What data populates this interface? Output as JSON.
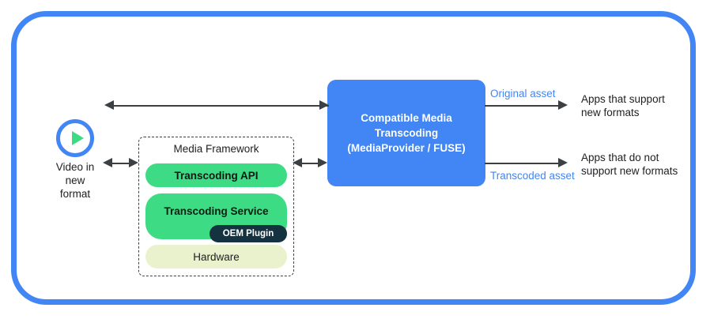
{
  "diagram": {
    "type": "flow-diagram",
    "frame": {
      "border_color": "#4285f4"
    },
    "source": {
      "icon": "play-circle-icon",
      "label": "Video in\nnew\nformat"
    },
    "media_framework": {
      "title": "Media Framework",
      "layers": [
        {
          "label": "Transcoding API",
          "color": "#3ddc84"
        },
        {
          "label": "Transcoding Service",
          "color": "#3ddc84"
        },
        {
          "label": "Hardware",
          "color": "#eaf2cd"
        }
      ],
      "badge": {
        "label": "OEM Plugin",
        "color": "#14323f"
      }
    },
    "central_node": {
      "label": "Compatible Media\nTranscoding\n(MediaProvider / FUSE)",
      "color": "#4285f4"
    },
    "edge_labels": {
      "original_asset": "Original asset",
      "transcoded_asset": "Transcoded asset",
      "color": "#4285f4"
    },
    "consumers": [
      {
        "label": "Apps that support\nnew formats"
      },
      {
        "label": "Apps that do not\nsupport new formats"
      }
    ],
    "arrows": {
      "video_to_transcoding_bidirectional": "bidirectional",
      "video_to_framework": "bidirectional",
      "framework_to_central": "bidirectional",
      "central_to_supporting_apps": "right",
      "central_to_nonsupporting_apps": "right"
    }
  }
}
